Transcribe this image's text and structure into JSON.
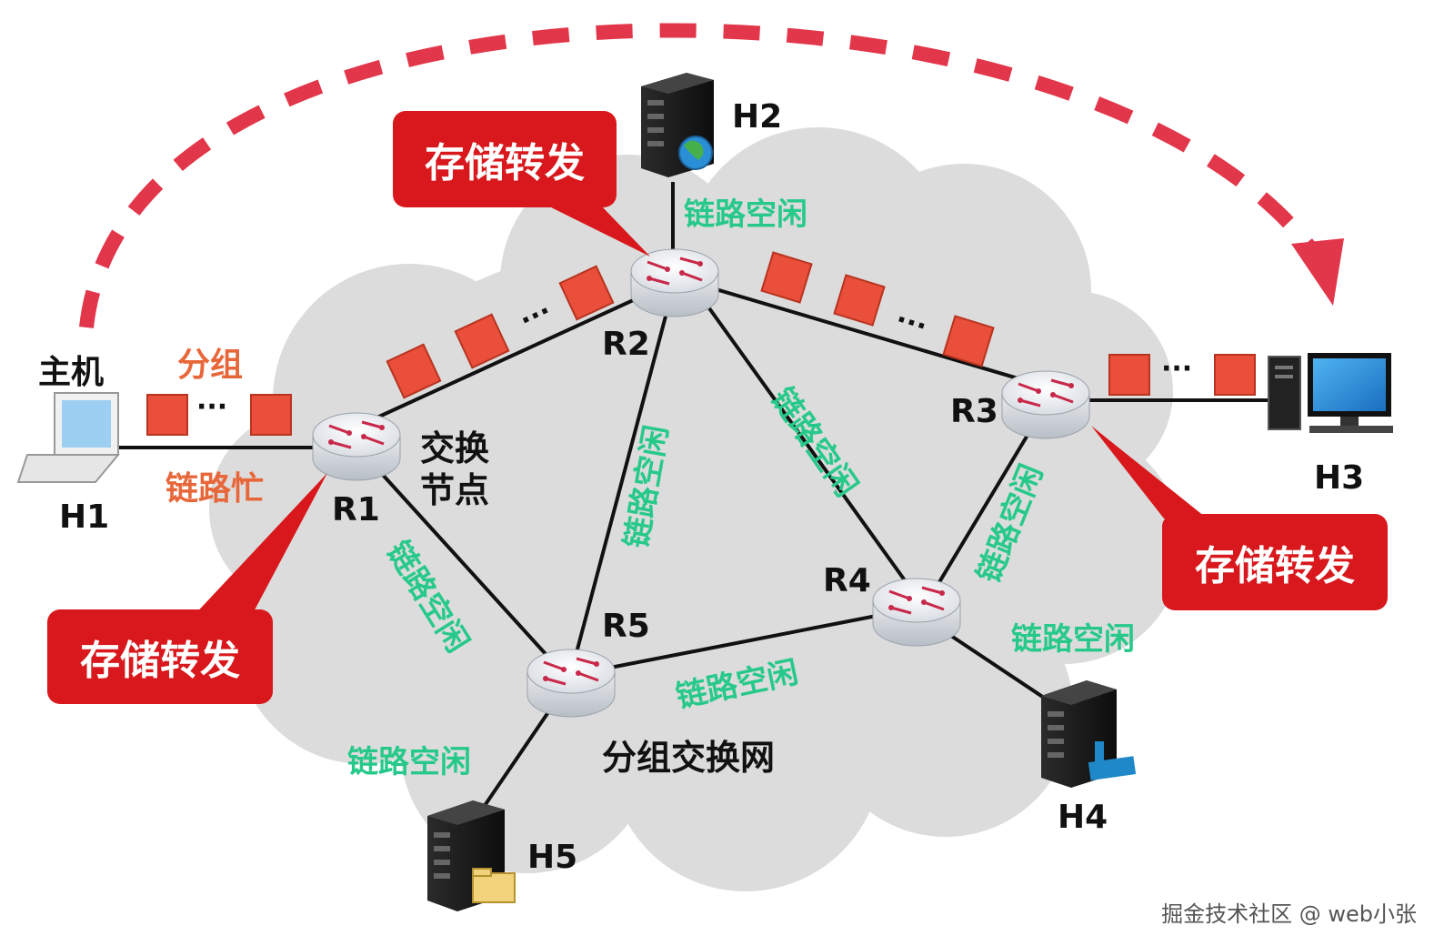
{
  "hosts": {
    "h1": "H1",
    "h1_caption": "主机",
    "h2": "H2",
    "h3": "H3",
    "h4": "H4",
    "h5": "H5"
  },
  "routers": {
    "r1": "R1",
    "r2": "R2",
    "r3": "R3",
    "r4": "R4",
    "r5": "R5"
  },
  "labels": {
    "packets": "分组",
    "link_busy": "链路忙",
    "link_idle": "链路空闲",
    "switch_node_line1": "交换",
    "switch_node_line2": "节点",
    "network": "分组交换网",
    "store_forward": "存储转发",
    "ellipsis": "···"
  },
  "watermark": "掘金技术社区 @ web小张",
  "colors": {
    "packet": "#e94f3a",
    "callout": "#d8181c",
    "dashed_arrow": "#e2364a",
    "link_idle_text": "#27c98a",
    "link_busy_text": "#e8673a",
    "cloud": "#dcdcdc"
  }
}
